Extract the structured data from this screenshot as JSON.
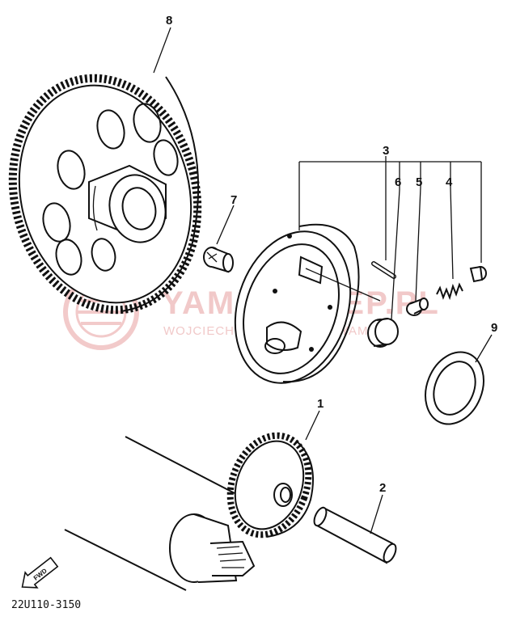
{
  "diagram": {
    "drawing_code": "22U110-3150",
    "fwd_label": "FWD",
    "watermark": {
      "brand": "YAMA-SKLEP.PL",
      "subtitle": "WOJCIECHOWSKI DEALER YAMAHA"
    },
    "parts": [
      {
        "id": "p1",
        "label": "1"
      },
      {
        "id": "p2",
        "label": "2"
      },
      {
        "id": "p3",
        "label": "3"
      },
      {
        "id": "p4",
        "label": "4"
      },
      {
        "id": "p5",
        "label": "5"
      },
      {
        "id": "p6",
        "label": "6"
      },
      {
        "id": "p7",
        "label": "7"
      },
      {
        "id": "p8",
        "label": "8"
      },
      {
        "id": "p9",
        "label": "9"
      }
    ]
  }
}
